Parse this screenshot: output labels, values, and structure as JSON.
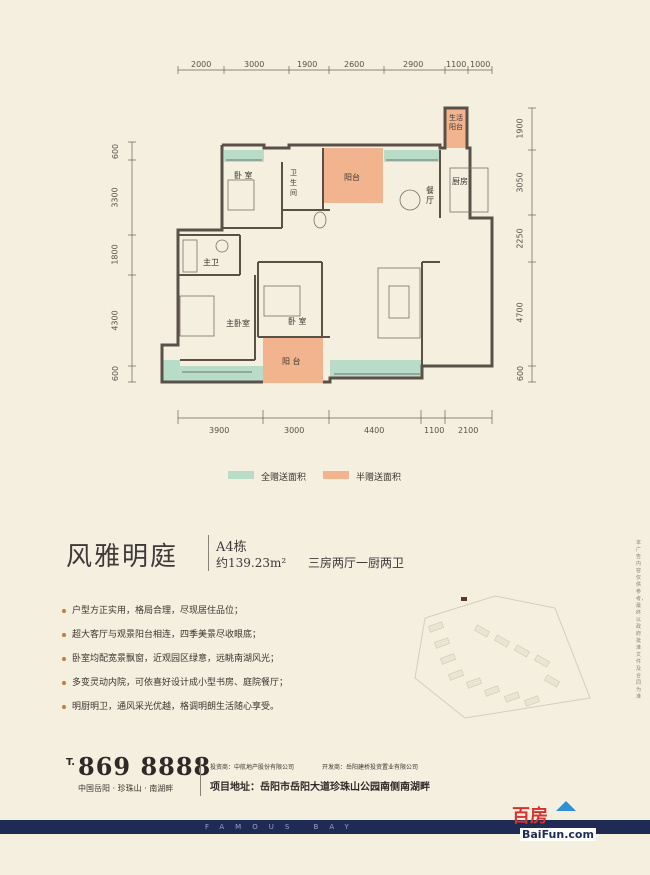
{
  "dimensions": {
    "top": [
      "2000",
      "3000",
      "1900",
      "2600",
      "2900",
      "1100",
      "1000"
    ],
    "bottom": [
      "3900",
      "3000",
      "4400",
      "1100",
      "2100"
    ],
    "left": [
      "600",
      "3300",
      "1800",
      "4300",
      "600"
    ],
    "right": [
      "1900",
      "3050",
      "2250",
      "4700",
      "600"
    ]
  },
  "rooms": {
    "balcony_life": "生活阳台",
    "bedroom_top": "卧 室",
    "bathroom_top": "卫生间",
    "balcony_top": "阳台",
    "dining": "餐厅",
    "kitchen": "厨房",
    "master_bath": "主卫",
    "bedroom_mid": "卧 室",
    "master_bedroom": "主卧室",
    "balcony_bottom": "阳 台"
  },
  "legend": {
    "full": "全赠送面积",
    "half": "半赠送面积",
    "full_color": "#b8dcc7",
    "half_color": "#f2b48e"
  },
  "title": {
    "name": "风雅明庭",
    "building": "A4栋",
    "area": "约139.23m²",
    "layout": "三房两厅一厨两卫"
  },
  "features": [
    "户型方正实用，格局合理，尽现居住品位；",
    "超大客厅与观景阳台相连，四季美景尽收眼底；",
    "卧室均配宽景飘窗，近观园区绿意，远眺南湖风光；",
    "多变灵动内院，可依喜好设计成小型书房、庭院餐厅；",
    "明厨明卫，通风采光优越，格调明朗生活随心享受。"
  ],
  "contact": {
    "phone_prefix": "T.",
    "phone": "869 8888",
    "region": "中国岳阳 · 珍珠山 · 南湖畔",
    "investor": "投资商：中航地产股份有限公司",
    "developer": "开发商：岳阳建桥投资置业有限公司",
    "address": "项目地址：岳阳市岳阳大道珍珠山公园南侧南湖畔"
  },
  "footer": {
    "brand": "FAMOUS BAY"
  },
  "side_note": "本广告内容仅供参考，最终以政府批准文件及合同为准",
  "watermark": {
    "logo": "百房",
    "url": "BaiFun.com"
  },
  "colors": {
    "wall": "#5a5048",
    "green": "#b8dcc7",
    "orange": "#f2b48e",
    "footer": "#1f2b55"
  }
}
